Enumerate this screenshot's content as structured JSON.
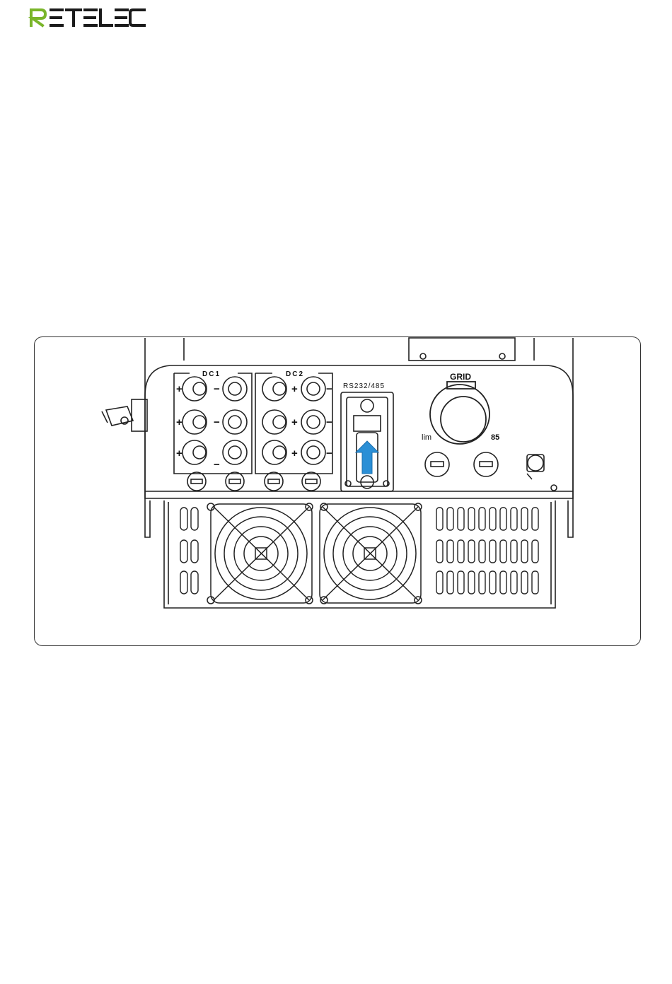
{
  "brand": {
    "name": "RETELEC",
    "accent_color": "#7ab52a",
    "dark_color": "#1a1a1a"
  },
  "figure": {
    "labels": {
      "dc1": "DC1",
      "dc2": "DC2",
      "comm": "RS232/485",
      "grid": "GRID",
      "grid_left": "lim",
      "grid_right": "85"
    },
    "polarity": {
      "plus": "+",
      "minus": "−"
    },
    "arrow_color": "#2a8fd6"
  }
}
